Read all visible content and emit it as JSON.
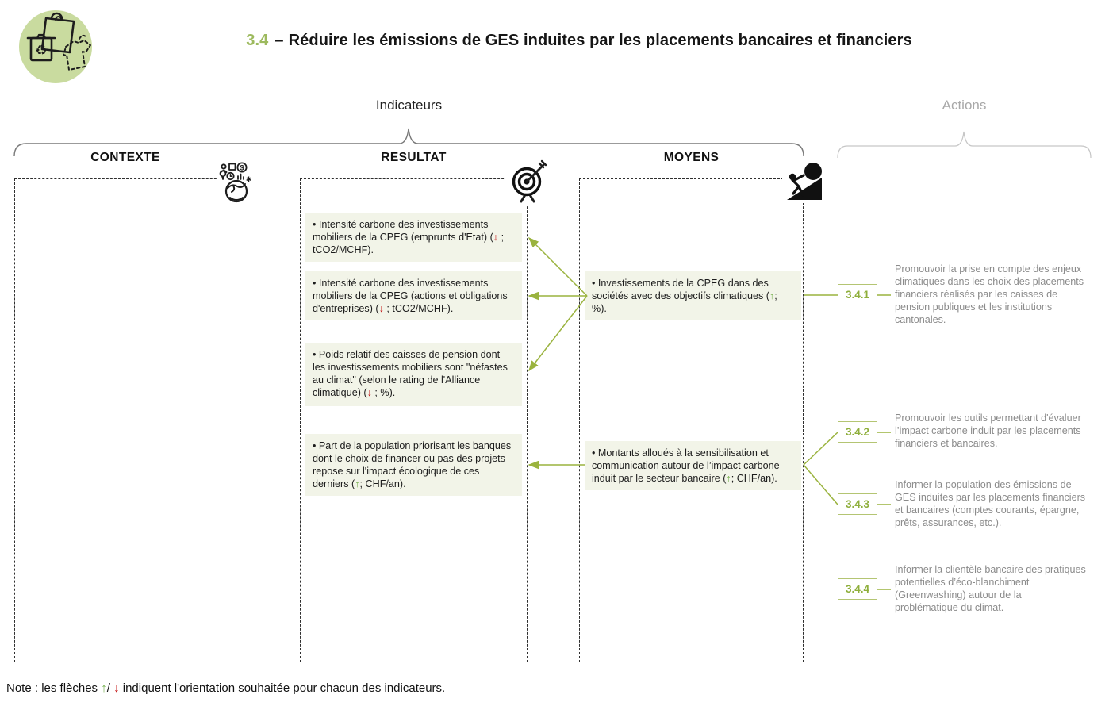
{
  "colors": {
    "accent_green": "#9ab33e",
    "box_border_green": "#b4c573",
    "action_code_green": "#8faf3c",
    "title_number_green": "#9dba5e",
    "indicator_bg": "#f2f4e8",
    "arrow_up_green": "#70ad47",
    "arrow_down_red": "#c00000",
    "actions_gray": "#8b8b8b",
    "header_gray": "#a8a8a8"
  },
  "header": {
    "title_number": "3.4",
    "title_separator": "–",
    "title_text": "Réduire les émissions de GES induites par les placements bancaires et financiers"
  },
  "sections": {
    "indicateurs_label": "Indicateurs",
    "actions_label": "Actions"
  },
  "columns": {
    "contexte": {
      "label": "CONTEXTE",
      "icon": "globe-context-icon"
    },
    "resultat": {
      "label": "RESULTAT",
      "icon": "target-dart-icon"
    },
    "moyens": {
      "label": "MOYENS",
      "icon": "person-pushing-boulder-icon"
    }
  },
  "resultat_indicators": [
    {
      "text": "• Intensité carbone des investissements mobiliers de la CPEG (emprunts d'Etat) (↓ ; tCO2/MCHF)."
    },
    {
      "text": "• Intensité carbone des investissements mobiliers de la CPEG (actions et obligations d'entreprises) (↓ ; tCO2/MCHF)."
    },
    {
      "text": "• Poids relatif des caisses de pension dont les investissements mobiliers sont \"néfastes au climat\" (selon le rating de l'Alliance climatique) (↓ ; %)."
    },
    {
      "text": "• Part de la population priorisant les banques dont le choix de financer ou pas des projets repose sur l'impact écologique de ces derniers (↑; CHF/an)."
    }
  ],
  "moyens_indicators": [
    {
      "text": "• Investissements de la CPEG dans des sociétés avec des objectifs climatiques (↑; %)."
    },
    {
      "text": "• Montants alloués à la sensibilisation et communication autour de l’impact carbone induit par le secteur bancaire (↑; CHF/an)."
    }
  ],
  "actions": [
    {
      "code": "3.4.1",
      "text": "Promouvoir la prise en compte des enjeux climatiques dans les choix des placements financiers réalisés par les caisses de pension publiques et les institutions cantonales."
    },
    {
      "code": "3.4.2",
      "text": "Promouvoir les outils permettant d'évaluer l’impact carbone induit par les placements financiers et bancaires."
    },
    {
      "code": "3.4.3",
      "text": "Informer la population des émissions de GES induites par les placements financiers et bancaires (comptes courants, épargne, prêts, assurances, etc.)."
    },
    {
      "code": "3.4.4",
      "text": "Informer la clientèle bancaire des pratiques potentielles d’éco-blanchiment (Greenwashing) autour de la problématique du climat."
    }
  ],
  "note": {
    "label": "Note",
    "pre": " : les flèches ",
    "up_arrow": "↑",
    "slash": "/ ",
    "down_arrow": "↓",
    "post": " indiquent l'orientation souhaitée pour chacun des indicateurs."
  }
}
